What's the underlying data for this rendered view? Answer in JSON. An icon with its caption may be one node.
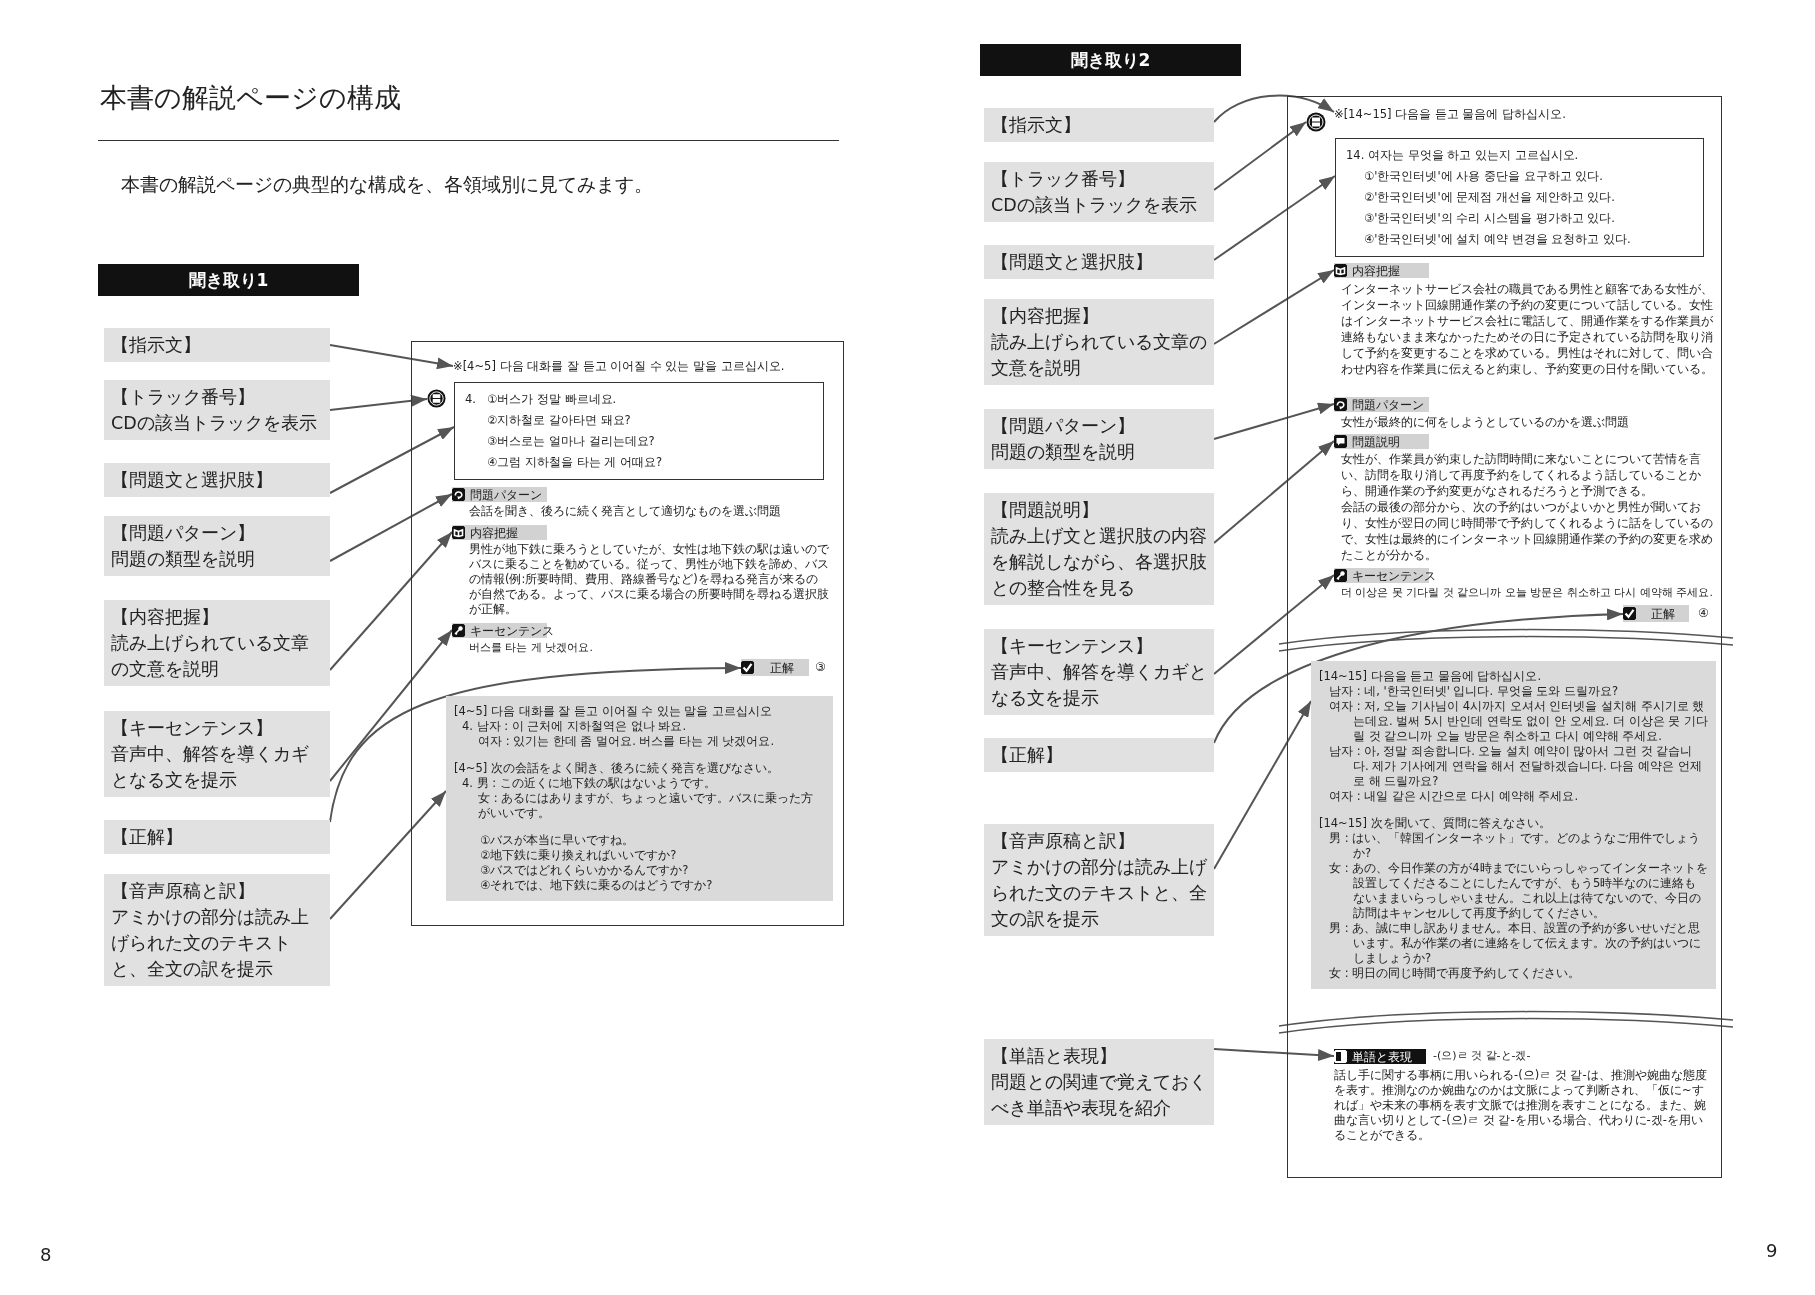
{
  "diagram": {
    "title": "本書の解説ページの構成",
    "nodes": [
      {
        "text": [
          "聞き取り1"
        ]
      },
      {
        "text": [
          "【指示文】"
        ]
      },
      {
        "text": [
          "【トラック番号】",
          "CDの該当トラックを表示"
        ]
      },
      {
        "text": [
          "【問題文と選択肢】"
        ]
      },
      {
        "text": [
          "【問題パターン】",
          "問題の類型を説明"
        ]
      },
      {
        "text": [
          "【内容把握】",
          "読み上げられている文章の文意を説明"
        ]
      },
      {
        "text": [
          "【キーセンテンス】",
          "音声中、解答を導くカギとなる文を提示"
        ]
      },
      {
        "text": [
          "【正解】"
        ]
      },
      {
        "text": [
          "【音声原稿と訳】",
          "アミかけの部分は読み上げられた文のテキストと、全文の訳を提示"
        ]
      },
      {
        "text": [],
        "shape": "box"
      },
      {
        "text": [
          "※[4~5] 다음 대화를 잘 듣고 이어질 수 있는 말을 고르십시오."
        ],
        "in": 9
      },
      {
        "text": [],
        "shape": "circle",
        "in": 9
      },
      {
        "text": [
          "4.",
          "①버스가 정말 빠르네요.",
          "②지하철로 갈아타면 돼요?",
          "③버스로는 얼마나 걸리는데요?",
          "④그럼 지하철을 타는 게 어때요?"
        ],
        "in": 9
      },
      {
        "text": [
          "問題パターン"
        ],
        "beside": [
          "会話を聞き、後ろに続く発言として適切なものを選ぶ問題"
        ],
        "in": 9
      },
      {
        "text": [
          "内容把握"
        ],
        "beside": [
          "男性が地下鉄に乗ろうとしていたが、女性は地下鉄の駅は遠いのでバスに乗ることを勧めている。従って、男性が地下鉄を諦め、バスの情報(例:所要時間、費用、路線番号など)を尋ねる発言が来るのが自然である。よって、バスに乗る場合の所要時間を尋ねる選択肢が正解。"
        ],
        "in": 9
      },
      {
        "text": [
          "キーセンテンス"
        ],
        "beside": [
          "버스를 타는 게 낫겠어요."
        ],
        "in": 9
      },
      {
        "text": [
          "正解"
        ],
        "beside": [
          "③"
        ],
        "in": 9
      },
      {
        "text": [
          "[4~5] 다음 대화를 잘 듣고 이어질 수 있는 말을 고르십시오",
          "4. 남자 : 이 근처에 지하철역은 없나 봐요.",
          "여자 : 있기는 한데 좀 멀어요. 버스를 타는 게 낫겠어요.",
          "[4~5] 次の会話をよく聞き、後ろに続く発言を選びなさい。",
          "4. 男 : この近くに地下鉄の駅はないようです。",
          "女 : あるにはありますが、ちょっと遠いです。バスに乗った方がいいです。",
          "①バスが本当に早いですね。",
          "②地下鉄に乗り換えればいいですか?",
          "③バスではどれくらいかかるんですか?",
          "④それでは、地下鉄に乗るのはどうですか?"
        ],
        "in": 9
      },
      {
        "text": [
          "聞き取り2"
        ]
      },
      {
        "text": [
          "【指示文】"
        ]
      },
      {
        "text": [
          "【トラック番号】",
          "CDの該当トラックを表示"
        ]
      },
      {
        "text": [
          "【問題文と選択肢】"
        ]
      },
      {
        "text": [
          "【内容把握】",
          "読み上げられている文章の文意を説明"
        ]
      },
      {
        "text": [
          "【問題パターン】",
          "問題の類型を説明"
        ]
      },
      {
        "text": [
          "【問題説明】",
          "読み上げ文と選択肢の内容を解説しながら、各選択肢との整合性を見る"
        ]
      },
      {
        "text": [
          "【キーセンテンス】",
          "音声中、解答を導くカギとなる文を提示"
        ]
      },
      {
        "text": [
          "【正解】"
        ]
      },
      {
        "text": [
          "【音声原稿と訳】",
          "アミかけの部分は読み上げられた文のテキストと、全文の訳を提示"
        ]
      },
      {
        "text": [
          "【単語と表現】",
          "問題との関連で覚えておくべき単語や表現を紹介"
        ]
      },
      {
        "text": [],
        "shape": "box"
      },
      {
        "text": [],
        "shape": "circle",
        "in": 29
      },
      {
        "text": [
          "※[14~15] 다음을 듣고 물음에 답하십시오."
        ],
        "in": 29
      },
      {
        "text": [
          "14. 여자는 무엇을 하고 있는지 고르십시오.",
          "①'한국인터넷'에 사용 중단을 요구하고 있다.",
          "②'한국인터넷'에 문제점 개선을 제안하고 있다.",
          "③'한국인터넷'의 수리 시스템을 평가하고 있다.",
          "④'한국인터넷'에 설치 예약 변경을 요청하고 있다."
        ],
        "in": 29
      },
      {
        "text": [
          "内容把握"
        ],
        "beside": [
          "インターネットサービス会社の職員である男性と顧客である女性が、インターネット回線開通作業の予約の変更について話している。女性はインターネットサービス会社に電話して、開通作業をする作業員が連絡もないまま来なかったためその日に予定されている訪問を取り消して予約を変更することを求めている。男性はそれに対して、問い合わせ内容を作業員に伝えると約束し、予約変更の日付を聞いている。"
        ],
        "in": 29
      },
      {
        "text": [
          "問題パターン"
        ],
        "beside": [
          "女性が最終的に何をしようとしているのかを選ぶ問題"
        ],
        "in": 29
      },
      {
        "text": [
          "問題説明"
        ],
        "beside": [
          "女性が、作業員が約束した訪問時間に来ないことについて苦情を言い、訪問を取り消して再度予約をしてくれるよう話していることから、開通作業の予約変更がなされるだろうと予測できる。",
          "会話の最後の部分から、次の予約はいつがよいかと男性が聞いており、女性が翌日の同じ時間帯で予約してくれるように話をしているので、女性は最終的にインターネット回線開通作業の予約の変更を求めたことが分かる。"
        ],
        "in": 29
      },
      {
        "text": [
          "キーセンテンス"
        ],
        "beside": [
          "더 이상은 못 기다릴 것 같으니까 오늘 방문은 취소하고 다시 예약해 주세요."
        ],
        "in": 29
      },
      {
        "text": [
          "正解"
        ],
        "beside": [
          "④"
        ],
        "in": 29
      },
      {
        "text": [
          "[14~15] 다음을 듣고 물음에 답하십시오.",
          "남자 : 네, '한국인터넷' 입니다. 무엇을 도와 드릴까요?",
          "여자 : 저, 오늘 기사님이 4시까지 오셔서 인터넷을 설치해 주시기로 했는데요. 벌써 5시 반인데 연락도 없이 안 오세요. 더 이상은 못 기다릴 것 같으니까 오늘 방문은 취소하고 다시 예약해 주세요.",
          "남자 : 아, 정말 죄송합니다. 오늘 설치 예약이 많아서 그런 것 같습니다. 제가 기사에게 연락을 해서 전달하겠습니다. 다음 예약은 언제로 해 드릴까요?",
          "여자 : 내일 같은 시간으로 다시 예약해 주세요.",
          "[14~15] 次を聞いて、質問に答えなさい。",
          "男 : はい、「韓国インターネット」です。どのようなご用件でしょうか?",
          "女 : あの、今日作業の方が4時までにいらっしゃってインターネットを設置してくださることにしたんですが、もう5時半なのに連絡もないままいらっしゃいません。これ以上は待てないので、今日の訪問はキャンセルして再度予約してください。",
          "男 : あ、誠に申し訳ありません。本日、設置の予約が多いせいだと思います。私が作業の者に連絡をして伝えます。次の予約はいつにしましょうか?",
          "女 : 明日の同じ時間で再度予約してください。"
        ],
        "in": 29
      },
      {
        "text": [
          "単語と表現"
        ],
        "beside": [
          "-(으)ㄹ 것 같-と-겠-",
          "話し手に関する事柄に用いられる-(으)ㄹ 것 같-は、推測や婉曲な態度を表す。推測なのか婉曲なのかは文脈によって判断され、「仮に~すれば」や未来の事柄を表す文脈では推測を表すことになる。また、婉曲な言い切りとして-(으)ㄹ 것 같-を用いる場合、代わりに-겠-を用いることができる。"
        ],
        "in": 29
      }
    ],
    "edges": [
      {
        "from": 1,
        "to": 10,
        "arrow": "to"
      },
      {
        "from": 2,
        "to": 11,
        "arrow": "to"
      },
      {
        "from": 3,
        "to": 12,
        "arrow": "to"
      },
      {
        "from": 4,
        "to": 13,
        "arrow": "to"
      },
      {
        "from": 5,
        "to": 14,
        "arrow": "to"
      },
      {
        "from": 6,
        "to": 15,
        "arrow": "to"
      },
      {
        "from": 7,
        "to": 16,
        "arrow": "to"
      },
      {
        "from": 8,
        "to": 17,
        "arrow": "to"
      },
      {
        "from": 19,
        "to": 31,
        "arrow": "to"
      },
      {
        "from": 20,
        "to": 30,
        "arrow": "to"
      },
      {
        "from": 21,
        "to": 32,
        "arrow": "to"
      },
      {
        "from": 22,
        "to": 33,
        "arrow": "to"
      },
      {
        "from": 23,
        "to": 34,
        "arrow": "to"
      },
      {
        "from": 24,
        "to": 35,
        "arrow": "to"
      },
      {
        "from": 25,
        "to": 36,
        "arrow": "to"
      },
      {
        "from": 26,
        "to": 37,
        "arrow": "to"
      },
      {
        "from": 27,
        "to": 38,
        "arrow": "to"
      },
      {
        "from": 28,
        "to": 39,
        "arrow": "to"
      }
    ],
    "labels": [
      "本書の解説ページの典型的な構成を、各領域別に見てみます。",
      "8",
      "9"
    ]
  }
}
